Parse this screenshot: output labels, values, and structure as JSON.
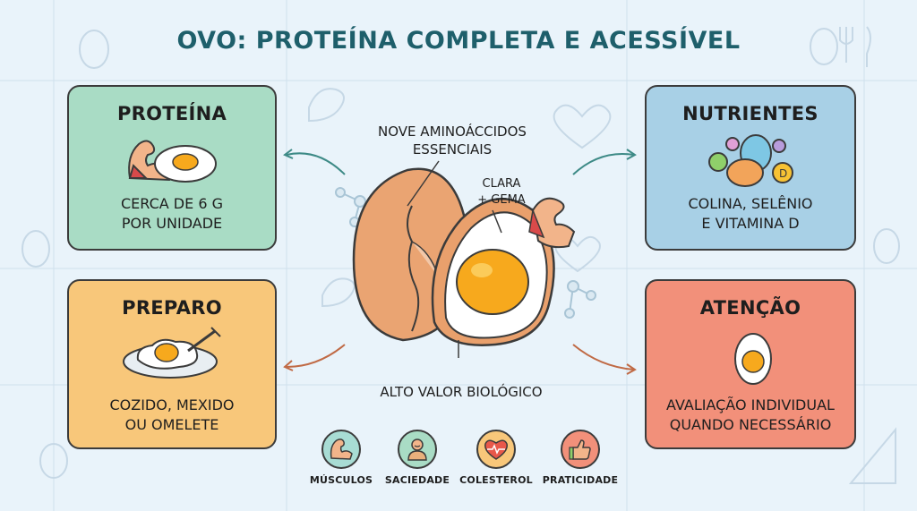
{
  "title": "OVO: PROTEÍNA COMPLETA E ACESSÍVEL",
  "cards": {
    "proteina": {
      "title": "PROTEÍNA",
      "text": "CERCA DE 6 G\nPOR UNIDADE",
      "color": "#a9dcc5",
      "icon": "flexed-arm-egg-icon"
    },
    "nutrientes": {
      "title": "NUTRIENTES",
      "text": "COLINA, SELÊNIO\nE VITAMINA D",
      "color": "#a8d0e6",
      "icon": "nutrient-spheres-icon"
    },
    "preparo": {
      "title": "PREPARO",
      "text": "COZIDO, MEXIDO\nOU OMELETE",
      "color": "#f8c77a",
      "icon": "fried-egg-plate-icon"
    },
    "atencao": {
      "title": "ATENÇÃO",
      "text": "AVALIAÇÃO INDIVIDUAL\nQUANDO NECESSÁRIO",
      "color": "#f2907a",
      "icon": "halved-egg-icon"
    }
  },
  "center": {
    "amino_label": "NOVE AMINOÁCCIDOS\nESSENCIAIS",
    "clara_label": "CLARA\n+ GEMA",
    "valor_label": "ALTO VALOR BIOLÓGICO"
  },
  "badges": [
    {
      "label": "MÚSCULOS",
      "icon": "muscle-arm-icon",
      "color": "#a8dcd4"
    },
    {
      "label": "SACIEDADE",
      "icon": "satisfied-person-icon",
      "color": "#a9dcc5"
    },
    {
      "label": "COLESTEROL",
      "icon": "heart-pulse-icon",
      "color": "#f8c77a"
    },
    {
      "label": "PRATICIDADE",
      "icon": "thumbs-up-icon",
      "color": "#f2907a"
    }
  ]
}
